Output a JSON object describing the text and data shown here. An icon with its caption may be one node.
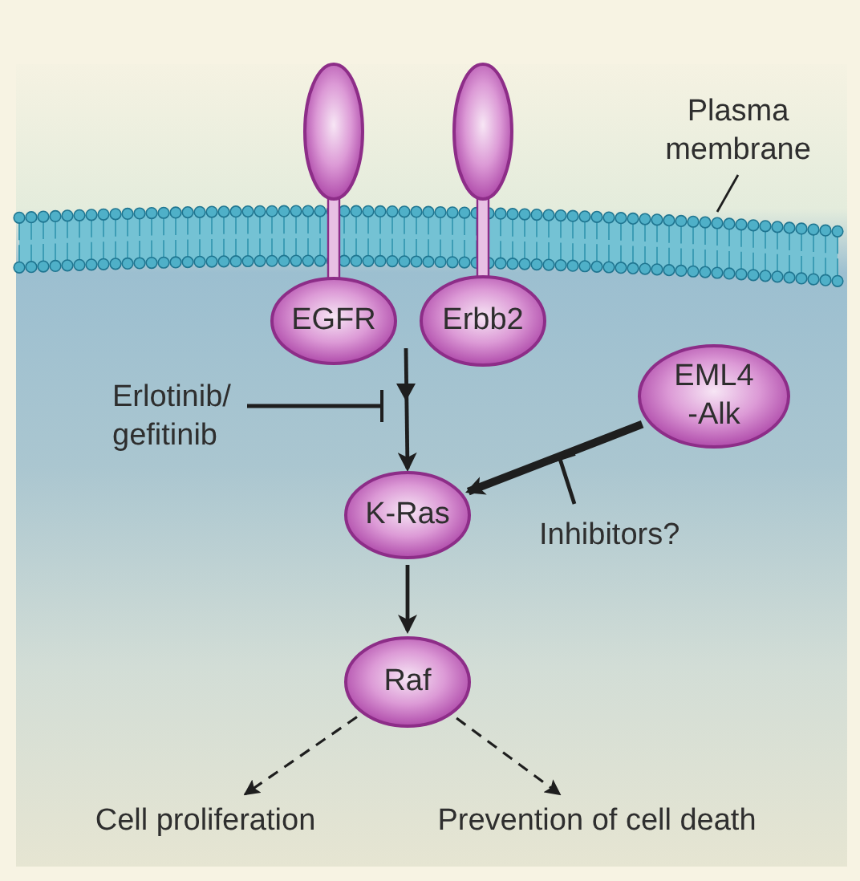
{
  "diagram": {
    "nodes": [
      {
        "text": [
          "EGFR"
        ]
      },
      {
        "text": [
          "Erbb2"
        ]
      },
      {
        "text": [
          "EML4 -Alk"
        ]
      },
      {
        "text": [
          "K-Ras"
        ]
      },
      {
        "text": [
          "Raf"
        ]
      },
      {
        "text": [
          "Cell proliferation"
        ]
      },
      {
        "text": [
          "Prevention of cell death"
        ]
      },
      {
        "text": [
          "Erlotinib/ gefitinib"
        ]
      },
      {
        "text": [
          "Inhibitors?"
        ]
      },
      {
        "text": [
          "Plasma membrane"
        ]
      }
    ],
    "edges": [
      {
        "from": 0,
        "to": 3,
        "arrow": "to"
      },
      {
        "from": 7,
        "to": null,
        "arrow": "other"
      },
      {
        "from": 2,
        "to": 3,
        "arrow": "to",
        "style": "thick"
      },
      {
        "from": 8,
        "to": null,
        "arrow": "other"
      },
      {
        "from": 3,
        "to": 4,
        "arrow": "to"
      },
      {
        "from": 4,
        "to": 5,
        "arrow": "to",
        "style": "dashed"
      },
      {
        "from": 4,
        "to": 6,
        "arrow": "to",
        "style": "dashed"
      },
      {
        "from": 9,
        "to": null,
        "arrow": "none"
      }
    ]
  }
}
